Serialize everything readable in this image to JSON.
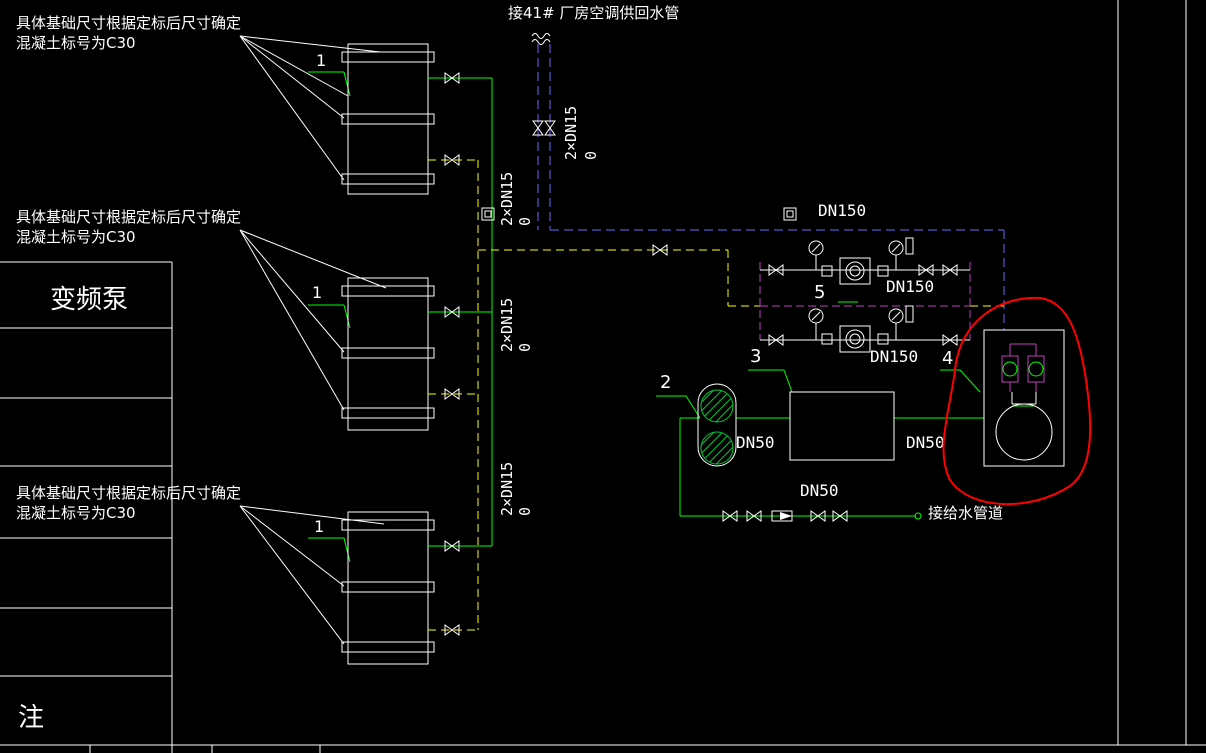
{
  "labels": {
    "top_pipe": "接41# 厂房空调供回水管",
    "foundation_note_line1": "具体基础尺寸根据定标后尺寸确定",
    "foundation_note_line2": "混凝土标号为C30",
    "pipe_2xdn15": "2×DN15",
    "pipe_0": "0",
    "dn150": "DN150",
    "dn50": "DN50",
    "water_supply": "接给水管道",
    "table_pump": "变频泵",
    "table_note": "注"
  },
  "tags": {
    "tag_1": "1",
    "tag_2": "2",
    "tag_3": "3",
    "tag_4": "4",
    "tag_5": "5"
  },
  "colors": {
    "background": "#000000",
    "linework": "#ffffff",
    "supply_pipe": "#00ff00",
    "return_pipe": "#ffff00",
    "makeup_pipe": "#6a6aff",
    "pump_pipe": "#c040c0",
    "highlight_circle": "#ff0000",
    "hatch": "#00cc33"
  },
  "icons": {
    "valve": "gate-valve-icon",
    "gauge": "pressure-gauge-icon",
    "pump": "pump-icon",
    "tank": "expansion-tank-icon"
  }
}
